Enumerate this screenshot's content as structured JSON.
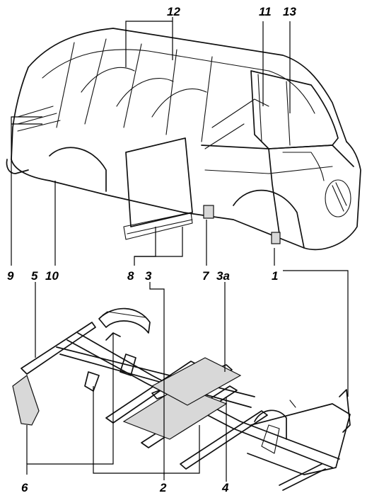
{
  "labels": {
    "l1": "1",
    "l2": "2",
    "l3": "3",
    "l3a": "3a",
    "l4": "4",
    "l5": "5",
    "l6": "6",
    "l7": "7",
    "l8": "8",
    "l9": "9",
    "l10": "10",
    "l11": "11",
    "l12": "12",
    "l13": "13"
  }
}
